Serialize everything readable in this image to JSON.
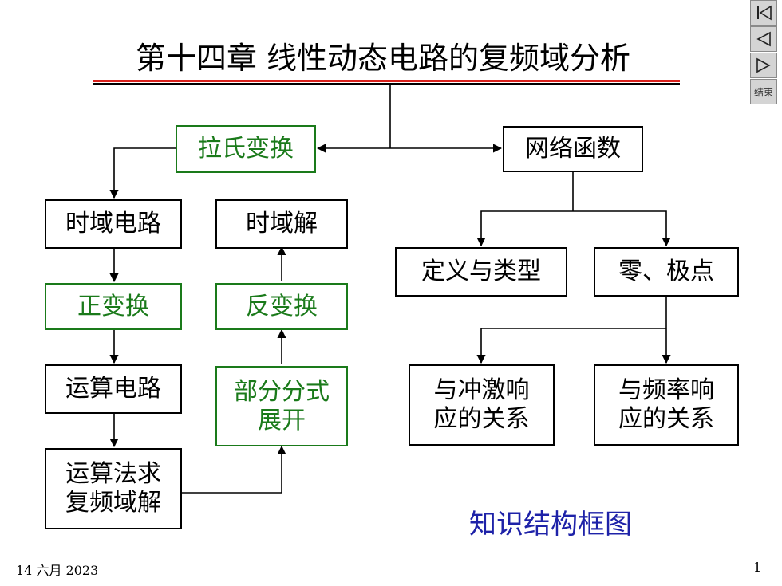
{
  "title": "第十四章    线性动态电路的复频域分析",
  "nav": {
    "end_label": "结束"
  },
  "boxes": {
    "laplace": "拉氏变换",
    "network_function": "网络函数",
    "time_domain_circuit": "时域电路",
    "time_domain_solution": "时域解",
    "forward_transform": "正变换",
    "inverse_transform": "反变换",
    "operational_circuit": "运算电路",
    "partial_fraction": "部分分式\n展开",
    "operational_solve": "运算法求\n复频域解",
    "definition_types": "定义与类型",
    "zeros_poles": "零、极点",
    "impulse_relation": "与冲激响\n应的关系",
    "frequency_relation": "与频率响\n应的关系"
  },
  "caption": "知识结构框图",
  "footer": {
    "date": "14 六月 2023",
    "page": "1"
  },
  "colors": {
    "green": "#1a7a1a",
    "blue": "#1e22a8",
    "red": "#d9201c"
  }
}
